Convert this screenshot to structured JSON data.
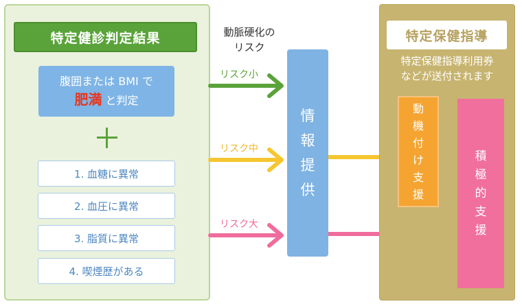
{
  "left": {
    "title": "特定健診判定結果",
    "bmi_line1": "腹囲または BMI で",
    "bmi_highlight": "肥満",
    "bmi_line2_suffix": " と判定",
    "conditions": [
      "1. 血糖に異常",
      "2. 血圧に異常",
      "3. 脂質に異常",
      "4. 喫煙歴がある"
    ]
  },
  "middle": {
    "caption_line1": "動脈硬化の",
    "caption_line2": "リスク",
    "risk_small": "リスク小",
    "risk_medium": "リスク中",
    "risk_large": "リスク大",
    "info_chars": [
      "情",
      "報",
      "提",
      "供"
    ]
  },
  "right": {
    "title": "特定保健指導",
    "note_line1": "特定保健指導利用券",
    "note_line2": "などが送付されます",
    "motivation_chars": [
      "動",
      "機",
      "付",
      "け",
      "支",
      "援"
    ],
    "active_chars": [
      "積",
      "極",
      "的",
      "支",
      "援"
    ]
  },
  "colors": {
    "green": "#5aa33a",
    "yellow": "#f5c62f",
    "pink": "#f06c9c",
    "blue": "#7eb3e3",
    "gold": "#c7b470",
    "orange": "#f5a431"
  }
}
